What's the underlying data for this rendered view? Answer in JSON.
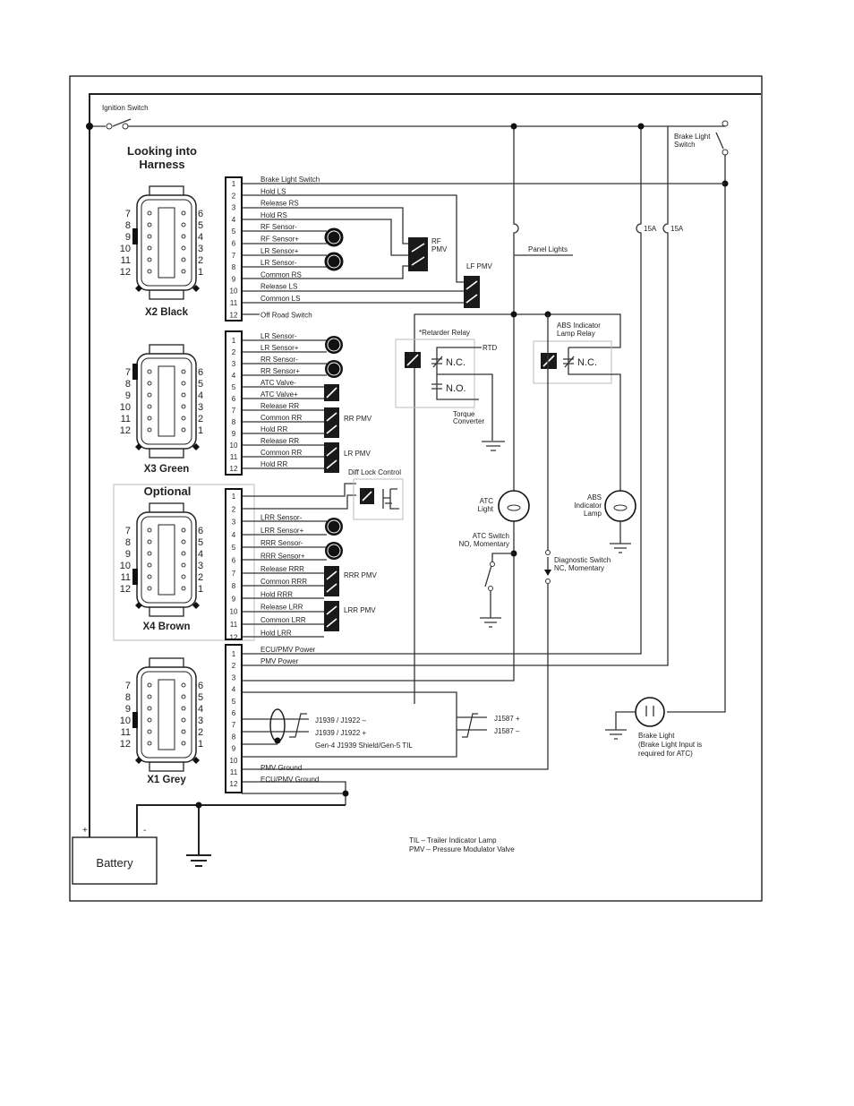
{
  "title": [
    "Looking into",
    "Harness"
  ],
  "ignition_switch": "Ignition Switch",
  "brake_light_switch": [
    "Brake Light",
    "Switch"
  ],
  "battery": {
    "label": "Battery",
    "plus": "+",
    "minus": "-"
  },
  "connectors": {
    "x2": {
      "name": "X2 Black",
      "face_left": [
        "7",
        "8",
        "9",
        "10",
        "11",
        "12"
      ],
      "face_right": [
        "6",
        "5",
        "4",
        "3",
        "2",
        "1"
      ],
      "pins": [
        [
          "1",
          "Brake Light Switch"
        ],
        [
          "2",
          "Hold LS"
        ],
        [
          "3",
          "Release RS"
        ],
        [
          "4",
          "Hold RS"
        ],
        [
          "5",
          "RF Sensor-"
        ],
        [
          "6",
          "RF Sensor+"
        ],
        [
          "7",
          "LR Sensor+"
        ],
        [
          "8",
          "LR Sensor-"
        ],
        [
          "9",
          "Common RS"
        ],
        [
          "10",
          "Release LS"
        ],
        [
          "11",
          "Common LS"
        ],
        [
          "12",
          "Off Road Switch"
        ]
      ]
    },
    "x3": {
      "name": "X3 Green",
      "face_left": [
        "7",
        "8",
        "9",
        "10",
        "11",
        "12"
      ],
      "face_right": [
        "6",
        "5",
        "4",
        "3",
        "2",
        "1"
      ],
      "pins": [
        [
          "1",
          "LR Sensor-"
        ],
        [
          "2",
          "LR Sensor+"
        ],
        [
          "3",
          "RR Sensor-"
        ],
        [
          "4",
          "RR Sensor+"
        ],
        [
          "5",
          "ATC Valve-"
        ],
        [
          "6",
          "ATC Valve+"
        ],
        [
          "7",
          "Release RR"
        ],
        [
          "8",
          "Common RR"
        ],
        [
          "9",
          "Hold RR"
        ],
        [
          "10",
          "Release RR"
        ],
        [
          "11",
          "Common RR"
        ],
        [
          "12",
          "Hold RR"
        ]
      ]
    },
    "x4": {
      "name": "X4 Brown",
      "optional": "Optional",
      "face_left": [
        "7",
        "8",
        "9",
        "10",
        "11",
        "12"
      ],
      "face_right": [
        "6",
        "5",
        "4",
        "3",
        "2",
        "1"
      ],
      "pins": [
        [
          "1",
          ""
        ],
        [
          "2",
          ""
        ],
        [
          "3",
          "LRR Sensor-"
        ],
        [
          "4",
          "LRR Sensor+"
        ],
        [
          "5",
          "RRR Sensor-"
        ],
        [
          "6",
          "RRR Sensor+"
        ],
        [
          "7",
          "Release RRR"
        ],
        [
          "8",
          "Common RRR"
        ],
        [
          "9",
          "Hold RRR"
        ],
        [
          "10",
          "Release LRR"
        ],
        [
          "11",
          "Common LRR"
        ],
        [
          "12",
          "Hold LRR"
        ]
      ]
    },
    "x1": {
      "name": "X1 Grey",
      "face_left": [
        "7",
        "8",
        "9",
        "10",
        "11",
        "12"
      ],
      "face_right": [
        "6",
        "5",
        "4",
        "3",
        "2",
        "1"
      ],
      "pins": [
        [
          "1",
          "ECU/PMV Power"
        ],
        [
          "2",
          "PMV Power"
        ],
        [
          "3",
          ""
        ],
        [
          "4",
          ""
        ],
        [
          "5",
          ""
        ],
        [
          "6",
          ""
        ],
        [
          "7",
          ""
        ],
        [
          "8",
          ""
        ],
        [
          "9",
          ""
        ],
        [
          "10",
          ""
        ],
        [
          "11",
          "PMV Ground"
        ],
        [
          "12",
          "ECU/PMV Ground"
        ]
      ]
    }
  },
  "components": {
    "rf_pmv": [
      "RF",
      "PMV"
    ],
    "lf_pmv": "LF PMV",
    "rr_pmv": "RR PMV",
    "lr_pmv": "LR PMV",
    "rrr_pmv": "RRR PMV",
    "lrr_pmv": "LRR PMV",
    "diff_lock": "Diff Lock Control",
    "panel_lights": "Panel Lights",
    "fuse1": "15A",
    "fuse2": "15A",
    "retarder_relay": "*Retarder Relay",
    "rtd": "RTD",
    "nc": "N.C.",
    "no": "N.O.",
    "torque_converter": [
      "Torque",
      "Converter"
    ],
    "abs_relay": [
      "ABS Indicator",
      "Lamp Relay"
    ],
    "abs_nc": "N.C.",
    "atc_light": [
      "ATC",
      "Light"
    ],
    "abs_lamp": [
      "ABS",
      "Indicator",
      "Lamp"
    ],
    "atc_switch": [
      "ATC Switch",
      "NO, Momentary"
    ],
    "diag_switch": [
      "Diagnostic Switch",
      "NC, Momentary"
    ],
    "j1939_minus": "J1939 / J1922 –",
    "j1939_plus": "J1939 / J1922 +",
    "shield": "Gen-4 J1939 Shield/Gen-5 TIL",
    "j1587_plus": "J1587 +",
    "j1587_minus": "J1587 –",
    "brake_light": [
      "Brake Light",
      "(Brake Light Input is",
      "required for ATC)"
    ]
  },
  "legend": [
    "TIL – Trailer Indicator Lamp",
    "PMV – Pressure Modulator Valve"
  ]
}
